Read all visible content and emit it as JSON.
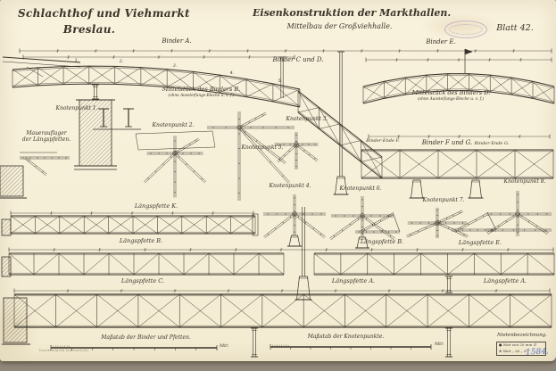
{
  "header": {
    "title_line1": "Schlachthof und Viehmarkt",
    "title_line2": "Breslau.",
    "subject_line1": "Eisenkonstruktion der Markthallen.",
    "subject_line2": "Mittelbau der Großviehhalle.",
    "sheet_label": "Blatt 42."
  },
  "drawings": {
    "binder_a": "Binder A.",
    "binder_cd": "Binder C und D.",
    "binder_e": "Binder E.",
    "binder_fg": "Binder F und G.",
    "binder_ende_f": "Binder-Ende F.",
    "binder_ende_g": "Binder-Ende G.",
    "mittelstueck_b": "Mittelstück des Binders B.",
    "mittelstueck_b_note": "(ohne Aussteifungs-Bleche u. s. f.)",
    "mittelstueck_d": "Mittelstück des Binders D.",
    "mittelstueck_d_note": "(ohne Aussteifungs-Bleche u. s. f.)",
    "mauerauflager_line1": "Mauerauflager",
    "mauerauflager_line2": "der Längspfetten.",
    "post_numbers": [
      "1.",
      "2.",
      "3.",
      "4.",
      "5."
    ]
  },
  "knotenpunkte": {
    "k1": "Knotenpunkt 1.",
    "k2": "Knotenpunkt 2.",
    "k3": "Knotenpunkt 3.",
    "k4": "Knotenpunkt 4.",
    "k5": "Knotenpunkt 5.",
    "k6": "Knotenpunkt 6.",
    "k7": "Knotenpunkt 7.",
    "k8": "Knotenpunkt 8."
  },
  "pfetten": {
    "pf_k": "Längspfette K.",
    "pf_b_left": "Längspfette B.",
    "pf_b_right": "Längspfette B.",
    "pf_e": "Längspfette E.",
    "pf_c": "Längspfette C.",
    "pf_a_left": "Längspfette A.",
    "pf_a_right": "Längspfette A."
  },
  "footer": {
    "scale_binder_label": "Maßstab der Binder und Pfetten.",
    "scale_knoten_label": "Maßstab der Knotenpunkte.",
    "scale_unit_1": "Mtr.",
    "scale_unit_2": "Mtr.",
    "rivet_legend_title": "Nietenbezeichnung.",
    "rivet_row_1": "● Niet von 20 mm ∅",
    "rivet_row_2": "⊕ Niet  „  26  „  ∅",
    "imprint": "Druckvermerk (unleserlich)",
    "inventory_number": "1584."
  },
  "colors": {
    "paper": "#f6efd9",
    "ink": "#38322a",
    "number_blue": "#5473c6",
    "stamp_violet": "#9b86b8",
    "backdrop": "#948c7d"
  }
}
